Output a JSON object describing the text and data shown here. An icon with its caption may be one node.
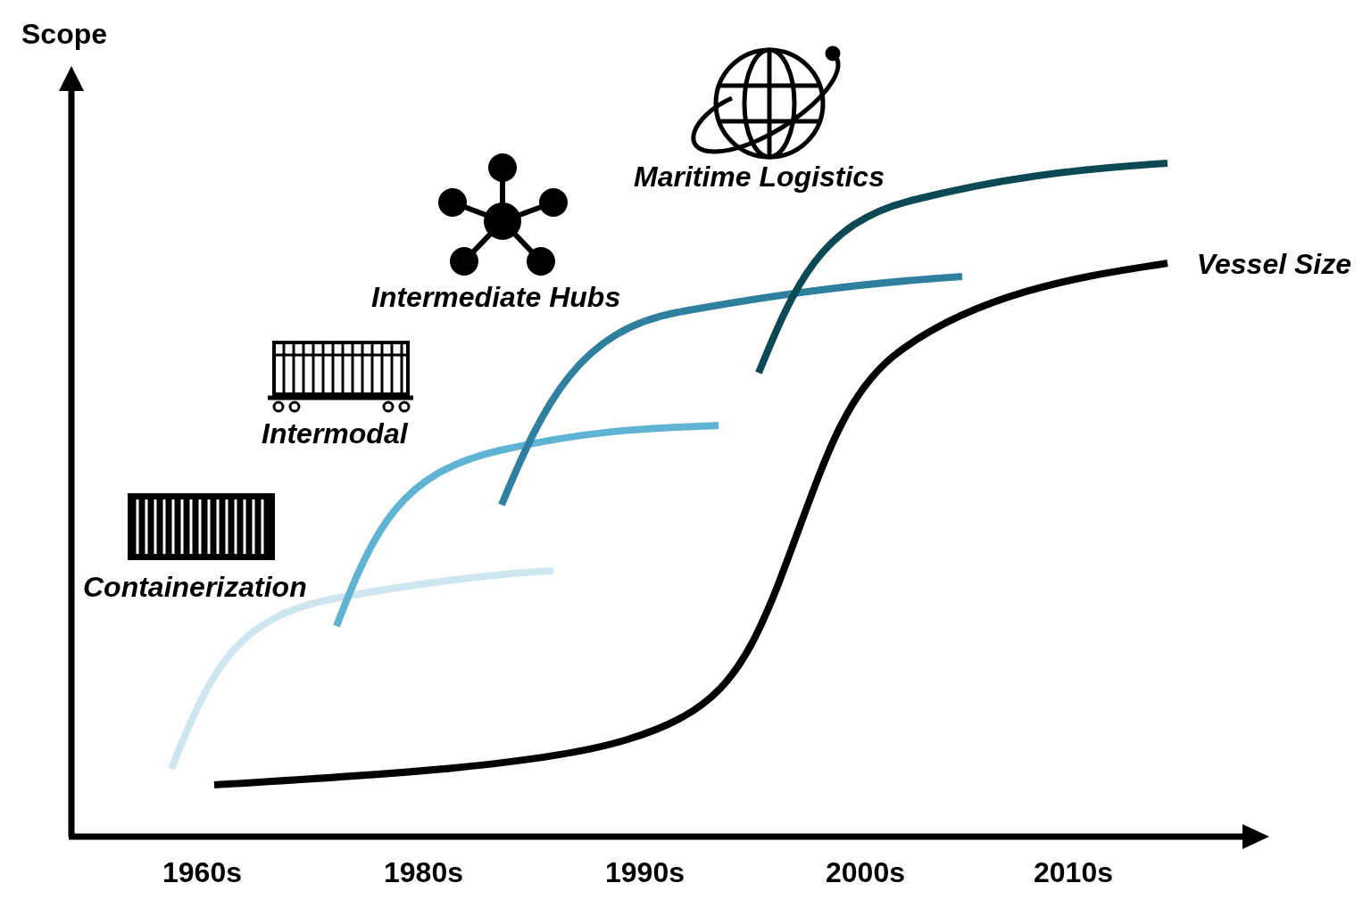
{
  "diagram": {
    "labels": [
      "Scope",
      "Maritime Logistics",
      "Intermediate Hubs",
      "Vessel Size",
      "Intermodal",
      "Containerization",
      "1960s",
      "1980s",
      "1990s",
      "2000s",
      "2010s"
    ]
  }
}
